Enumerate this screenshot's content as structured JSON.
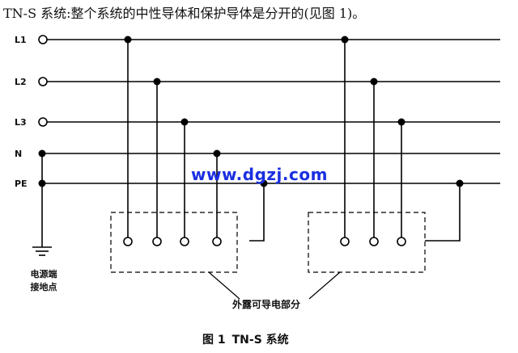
{
  "heading": "TN-S 系统:整个系统的中性导体和保护导体是分开的(见图 1)。",
  "conductors": [
    "L1",
    "L2",
    "L3",
    "N",
    "PE"
  ],
  "ground_label": [
    "电源端",
    "接地点"
  ],
  "exposed_parts_label": "外露可导电部分",
  "watermark": "www.dgzj.com",
  "figure": {
    "number": "图 1",
    "title": "TN-S 系统"
  }
}
